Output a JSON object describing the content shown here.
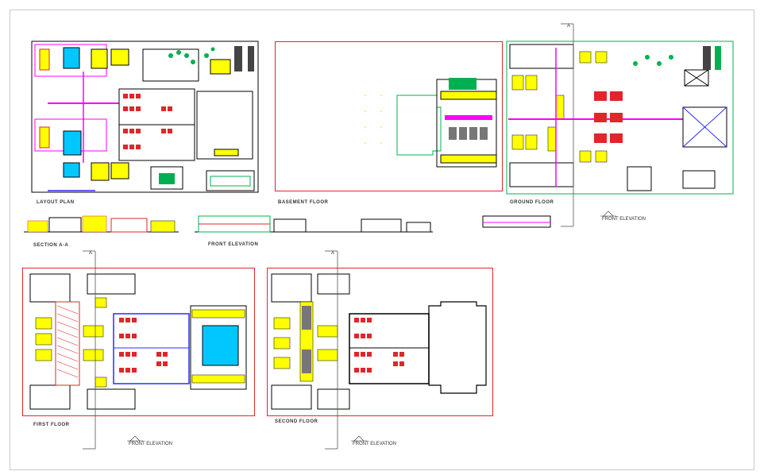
{
  "drawing": {
    "labels": {
      "layout_plan": "LAYOUT PLAN",
      "basement_floor": "BASEMENT FLOOR",
      "ground_floor": "GROUND FLOOR",
      "section_aa": "SECTION A-A",
      "front_elevation_top": "FRONT ELEVATION",
      "first_floor": "FIRST FLOOR",
      "second_floor": "SECOND FLOOR",
      "front_elevation_tag_1": "FRONT ELEVATION",
      "front_elevation_tag_2": "FRONT ELEVATION",
      "front_elevation_tag_3": "FRONT ELEVATION"
    },
    "section_markers": {
      "marker_a": "A"
    },
    "colors": {
      "frame": "#e0262b",
      "walls": "#000000",
      "rooms": "#ffff00",
      "partitions": "#ff00ff",
      "landscape": "#00b050",
      "water": "#00c8ff",
      "furniture": "#e0262b",
      "slab": "#2b2bff"
    }
  }
}
